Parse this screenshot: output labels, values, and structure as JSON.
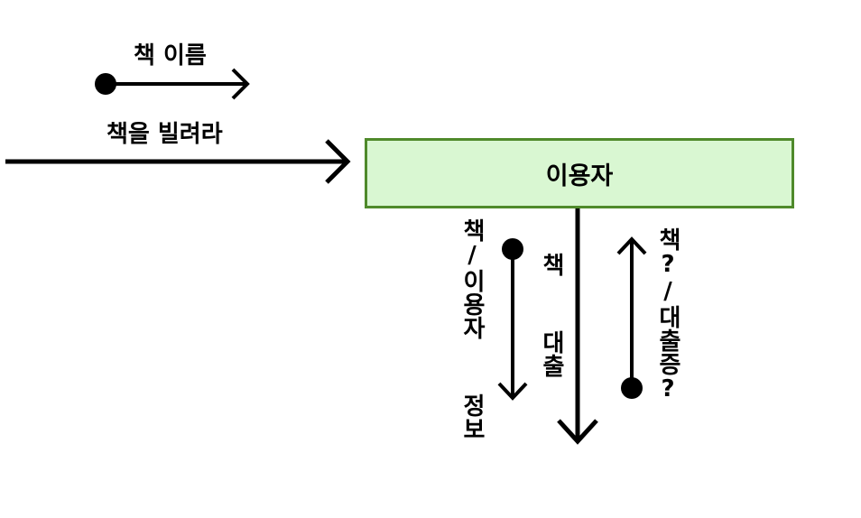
{
  "entity": {
    "label": "이용자",
    "fill": "#d9f7d2",
    "border": "#4f8a2b"
  },
  "flows": {
    "book_name": "책 이름",
    "borrow_book": "책을 빌려라",
    "book_user_info": "책/이용자  정보",
    "book_loan": "책  대출",
    "book_loan_card": "책?/대출증?"
  },
  "colors": {
    "ink": "#000000"
  }
}
